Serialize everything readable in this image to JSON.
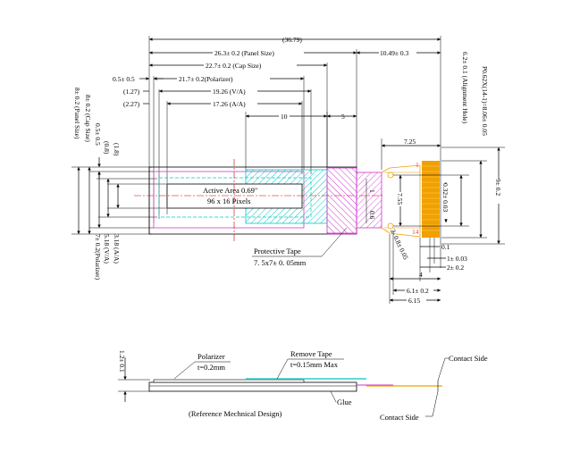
{
  "colors": {
    "outline": "#000000",
    "panel": "#d040c0",
    "active_area": "#cc0000",
    "polarizer_hatch": "#00c8c8",
    "cap_hatch": "#cc33cc",
    "fpc": "#f0a000",
    "fpc_text": "#ff3b3b",
    "remove_tape": "#33cccc"
  },
  "top_dims": {
    "overall": "(36.79)",
    "panel_size": "26.3± 0.2 (Panel Size)",
    "fpc_len": "10.49± 0.3",
    "cap_size": "22.7± 0.2 (Cap Size)",
    "edge": "0.5± 0.5",
    "polarizer": "21.7± 0.2(Polarizer)",
    "va_offset": "(1.27)",
    "va": "19.26 (V/A)",
    "aa_offset": "(2.27)",
    "aa": "17.26 (A/A)",
    "ten": "10",
    "five": "5"
  },
  "left_dims": {
    "panel_size": "8± 0.2 (Panel Size)",
    "cap_size": "8± 0.2 (Cap Size)",
    "edge": "0.5± 0.5",
    "va_offset": "(0.8)",
    "aa_offset": "(1.8)",
    "aa": "3.18 (A/A)",
    "va": "5.18 (V/A)",
    "polarizer": "7± 0.2(Polarizer)"
  },
  "right_dims": {
    "pitch": "P0.62X(14-1)=8.06± 0.05",
    "align_hole": "6.2± 0.1 (Alignment Hole)",
    "fpc_width": "9± 0.2",
    "pin_width": "0.32± 0.03",
    "tail_offset": "7.25",
    "dim_755": "7.55",
    "dim_01": "0.1",
    "dim_1": "1± 0.03",
    "dim_2": "2± 0.2",
    "dim_4": "4",
    "dim_61": "6.1± 0.2",
    "dim_615": "6.15",
    "radius": "2- 0.8± 0.05",
    "dim_06": "0.6",
    "dim_1b": "1",
    "pin_first": "1",
    "pin_last": "14"
  },
  "active_area": {
    "label": "Active Area 0.69\"",
    "pixels": "96 x 16 Pixels"
  },
  "protective_tape": {
    "label": "Protective Tape",
    "size": "7. 5x7± 0. 05mm"
  },
  "side_view": {
    "thickness": "1.2± 0.1",
    "polarizer_label": "Polarizer",
    "polarizer_t": "t=0.2mm",
    "remove_tape_label": "Remove Tape",
    "remove_tape_t": "t=0.15mm Max",
    "glue": "Glue",
    "contact_side_top": "Contact Side",
    "contact_side_bottom": "Contact Side",
    "reference": "(Reference Mechnical Design)"
  }
}
